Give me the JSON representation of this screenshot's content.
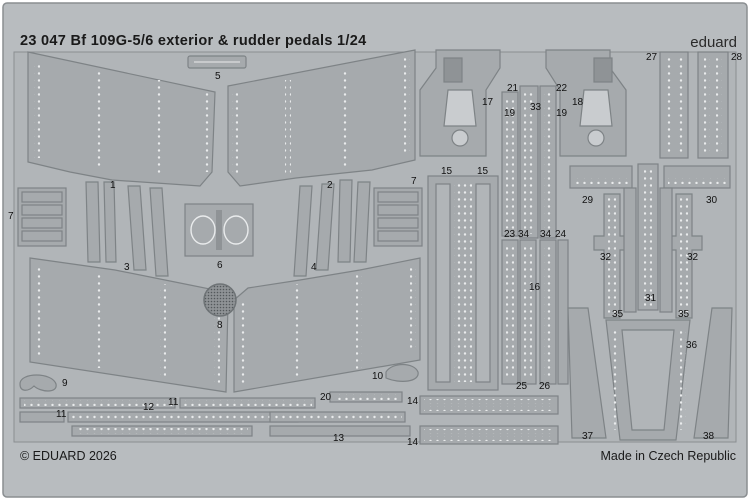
{
  "sheet": {
    "title": "23 047  Bf 109G-5/6 exterior & rudder pedals  1/24",
    "brand": "eduard",
    "copyright": "© EDUARD 2026",
    "origin": "Made in Czech Republic"
  },
  "part_numbers": {
    "p1": "1",
    "p2": "2",
    "p3": "3",
    "p4": "4",
    "p5": "5",
    "p6": "6",
    "p7a": "7",
    "p7b": "7",
    "p8": "8",
    "p9": "9",
    "p10": "10",
    "p11a": "11",
    "p11b": "11",
    "p12": "12",
    "p13": "13",
    "p14a": "14",
    "p14b": "14",
    "p15a": "15",
    "p15b": "15",
    "p16": "16",
    "p17": "17",
    "p18": "18",
    "p19a": "19",
    "p19b": "19",
    "p20": "20",
    "p21": "21",
    "p22": "22",
    "p23": "23",
    "p24": "24",
    "p25": "25",
    "p26": "26",
    "p27": "27",
    "p28": "28",
    "p29": "29",
    "p30": "30",
    "p31": "31",
    "p32a": "32",
    "p32b": "32",
    "p33": "33",
    "p34a": "34",
    "p34b": "34",
    "p35a": "35",
    "p35b": "35",
    "p36": "36",
    "p37": "37",
    "p38": "38"
  },
  "colors": {
    "fret": "#b8bcbf",
    "part": "#a6aaad",
    "outline": "#7e8386",
    "rivet": "#e9ebec"
  }
}
